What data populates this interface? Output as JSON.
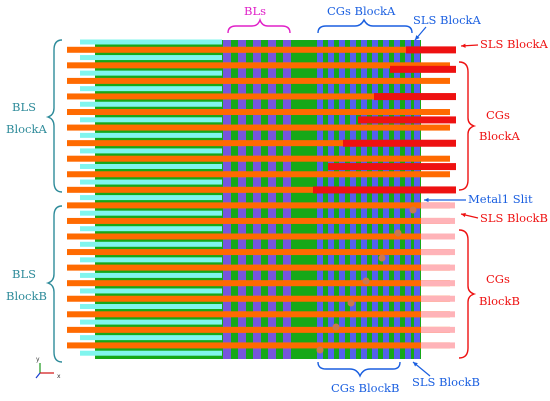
{
  "labels": {
    "bls_left": "BLS",
    "block_a_left": "BlockA",
    "bls_left_b": "BLS",
    "block_b_left": "BlockB",
    "bls_top": "BLs",
    "cgs_blocka_top": "CGs BlockA",
    "sls_blocka_top": "SLS BlockA",
    "sls_blocka_right": "SLS BlockA",
    "cgs_right_a": "CGs",
    "blocka_right": "BlockA",
    "metal1_slit": "Metal1 Slit",
    "sls_blockb_right": "SLS BlockB",
    "cgs_right_b": "CGs",
    "blockb_right": "BlockB",
    "cgs_blockb_bottom": "CGs BlockB",
    "sls_blockb_bottom": "SLS BlockB",
    "axis_y": "y",
    "axis_x": "x"
  },
  "colors": {
    "green": "#16a818",
    "orange": "#ff6a00",
    "cyan": "#80f5ee",
    "purple": "#7755dd",
    "pink": "#ff5577",
    "blue_stripe": "#5560ee",
    "red": "#ee1111",
    "light_pink": "#ffb3b8",
    "brown_dot": "#c97850",
    "teal_text": "#2e8b9a",
    "magenta_text": "#e020c8",
    "blue_text": "#1a5fe0",
    "red_text": "#ee1111"
  }
}
